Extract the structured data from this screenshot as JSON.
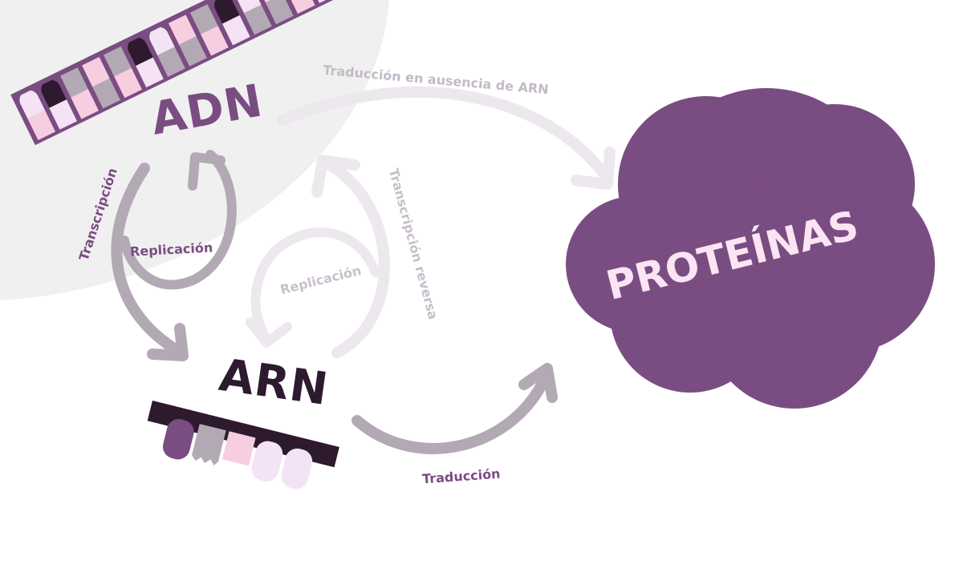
{
  "nodes": {
    "dna": "ADN",
    "rna": "ARN",
    "proteins": "PROTEÍNAS"
  },
  "processes": {
    "translation_no_rna": "Traducción en ausencia de ARN",
    "transcription": "Transcripción",
    "dna_replication": "Replicación",
    "rna_replication": "Replicación",
    "reverse_transcription": "Transcripción reversa",
    "translation": "Traducción"
  },
  "colors": {
    "dark": "#2d1a2e",
    "purple": "#7a4d82",
    "grey_purple": "#b3a9b5",
    "faint_purple": "#ddd3df",
    "light_pink": "#f7cde0",
    "pale_lilac": "#f3e3f5",
    "light_grey": "#f0f0f0",
    "proteins_text": "#fbe4f3"
  }
}
